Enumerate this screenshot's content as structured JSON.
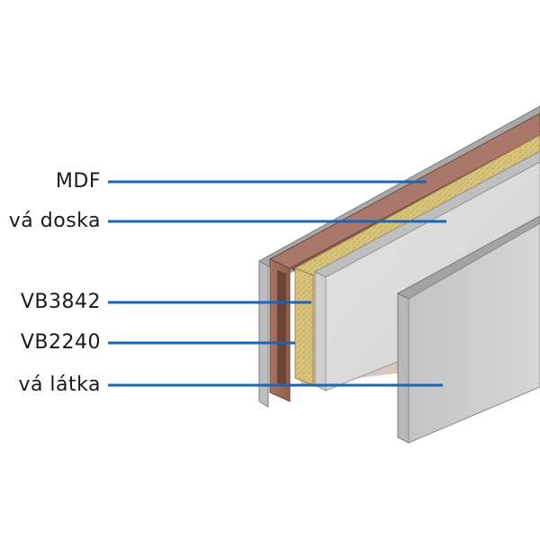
{
  "labels": [
    {
      "id": "mdf",
      "text": "MDF"
    },
    {
      "id": "board",
      "text": "vá doska"
    },
    {
      "id": "vb3842",
      "text": "VB3842"
    },
    {
      "id": "vb2240",
      "text": "VB2240"
    },
    {
      "id": "fabric",
      "text": "vá látka"
    }
  ],
  "colors": {
    "leader_line": "#1f64b4",
    "panel_gray": "#c9c9c9",
    "panel_light": "#dcdcdc",
    "panel_edge": "#8d8d8d",
    "mdf_brown": "#9b6a55",
    "insulation_yellow": "#d7c27a"
  }
}
